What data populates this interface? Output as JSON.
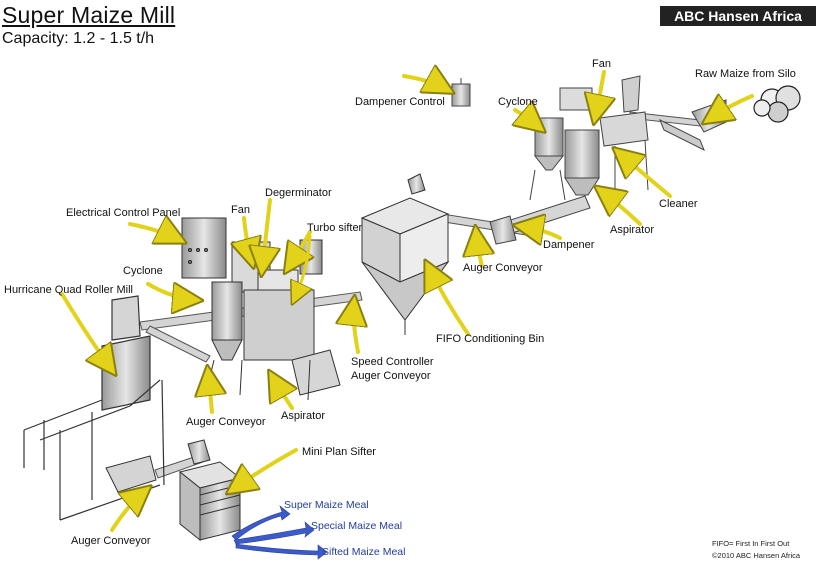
{
  "header": {
    "title": "Super Maize Mill",
    "capacity": "Capacity: 1.2 - 1.5 t/h",
    "brand": "ABC Hansen Africa"
  },
  "labels": {
    "raw_maize": "Raw Maize from Silo",
    "dampener_control": "Dampener Control",
    "fan_top": "Fan",
    "cyclone_top": "Cyclone",
    "cleaner": "Cleaner",
    "aspirator_top": "Aspirator",
    "dampener": "Dampener",
    "auger_conveyor_top": "Auger Conveyor",
    "fifo_bin": "FIFO Conditioning Bin",
    "speed_controller_1": "Speed Controller",
    "speed_controller_2": "Auger Conveyor",
    "electrical_panel": "Electrical Control Panel",
    "fan_mid": "Fan",
    "degerminator": "Degerminator",
    "turbo_sifter": "Turbo sifter",
    "cyclone_mid": "Cyclone",
    "hurricane_mill": "Hurricane Quad Roller Mill",
    "auger_conveyor_mid": "Auger Conveyor",
    "aspirator_mid": "Aspirator",
    "mini_plan_sifter": "Mini Plan Sifter",
    "auger_conveyor_bottom": "Auger Conveyor"
  },
  "outputs": {
    "super": "Super Maize Meal",
    "special": "Special Maize Meal",
    "sifted": "Sifted Maize Meal"
  },
  "footer": {
    "fifo_note": "FIFO= First In First Out",
    "copyright": "©2010 ABC Hansen Africa"
  },
  "colors": {
    "arrow": "#e2d21a",
    "output_arrow": "#3a5bc8",
    "machine": "#c9c9c9",
    "outline": "#3a3a3a",
    "brand_bg": "#222222"
  }
}
